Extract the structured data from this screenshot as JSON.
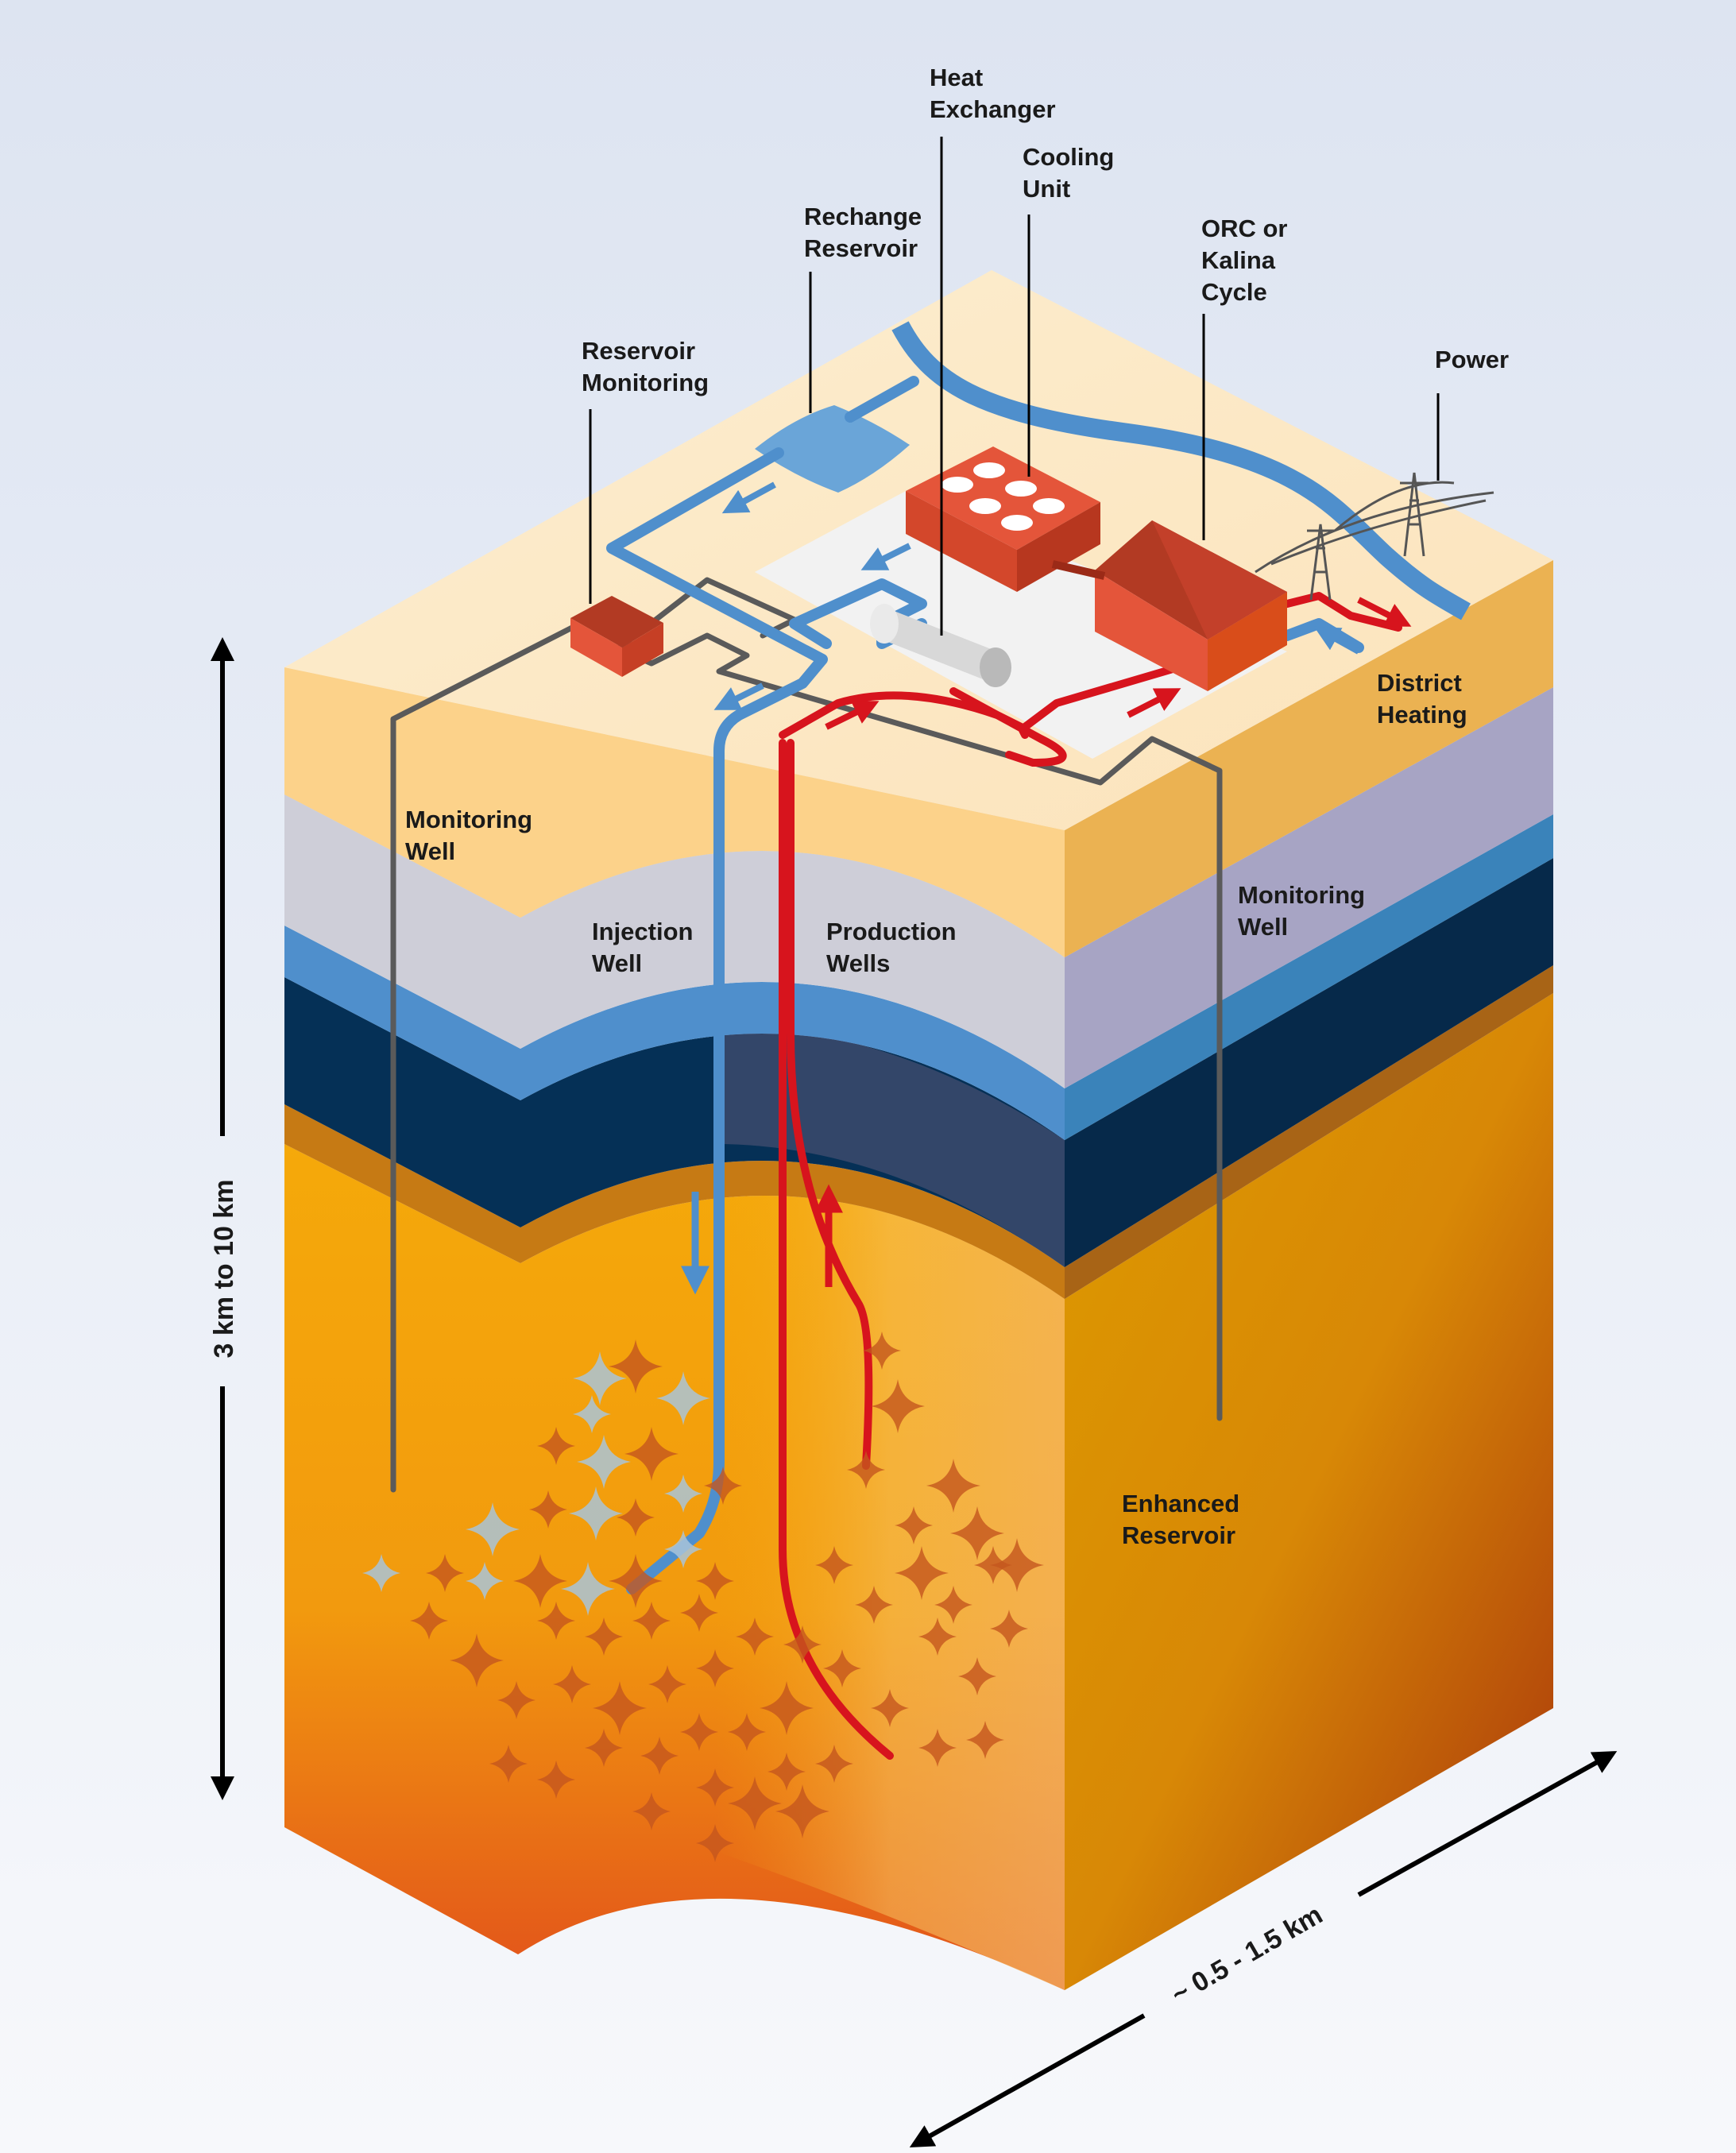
{
  "labels": {
    "heat_exchanger": [
      "Heat",
      "Exchanger"
    ],
    "cooling_unit": [
      "Cooling",
      "Unit"
    ],
    "recharge_reservoir": [
      "Rechange",
      "Reservoir"
    ],
    "orc_cycle": [
      "ORC or",
      "Kalina",
      "Cycle"
    ],
    "power": "Power",
    "reservoir_monitoring": [
      "Reservoir",
      "Monitoring"
    ],
    "district_heating": [
      "District",
      "Heating"
    ],
    "monitoring_well_left": [
      "Monitoring",
      "Well"
    ],
    "monitoring_well_right": [
      "Monitoring",
      "Well"
    ],
    "injection_well": [
      "Injection",
      "Well"
    ],
    "production_wells": [
      "Production",
      "Wells"
    ],
    "enhanced_reservoir": [
      "Enhanced",
      "Reservoir"
    ]
  },
  "dimensions": {
    "depth": "3 km to 10 km",
    "width": "~ 0.5 - 1.5 km"
  },
  "colors": {
    "cold_water": "#4f8fcc",
    "hot_water": "#d7141d",
    "monitoring_line": "#5a5a5a",
    "building": "#e4553a",
    "reservoir_rock": "#f5a40c",
    "background": "#e3e9f4"
  }
}
